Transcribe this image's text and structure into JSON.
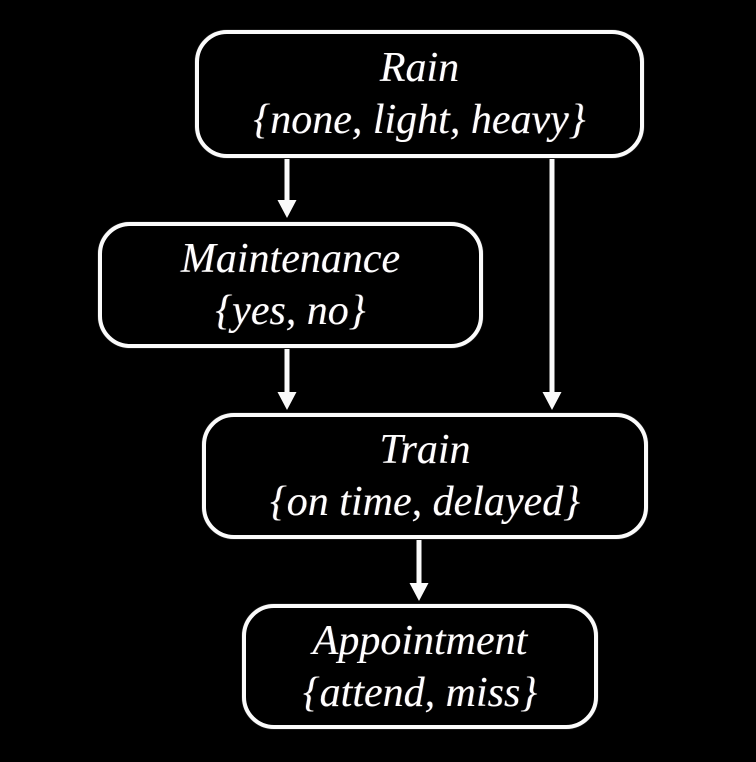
{
  "diagram": {
    "type": "bayesian-network",
    "colors": {
      "background": "#000000",
      "node_fill": "#000000",
      "node_border": "#fbfbfb",
      "text": "#ffffff",
      "arrow": "#fafafa"
    },
    "nodes": [
      {
        "id": "rain",
        "name": "Rain",
        "values": "{none, light, heavy}"
      },
      {
        "id": "maintenance",
        "name": "Maintenance",
        "values": "{yes, no}"
      },
      {
        "id": "train",
        "name": "Train",
        "values": "{on time, delayed}"
      },
      {
        "id": "appointment",
        "name": "Appointment",
        "values": "{attend, miss}"
      }
    ],
    "edges": [
      {
        "from": "rain",
        "to": "maintenance"
      },
      {
        "from": "rain",
        "to": "train"
      },
      {
        "from": "maintenance",
        "to": "train"
      },
      {
        "from": "train",
        "to": "appointment"
      }
    ]
  }
}
